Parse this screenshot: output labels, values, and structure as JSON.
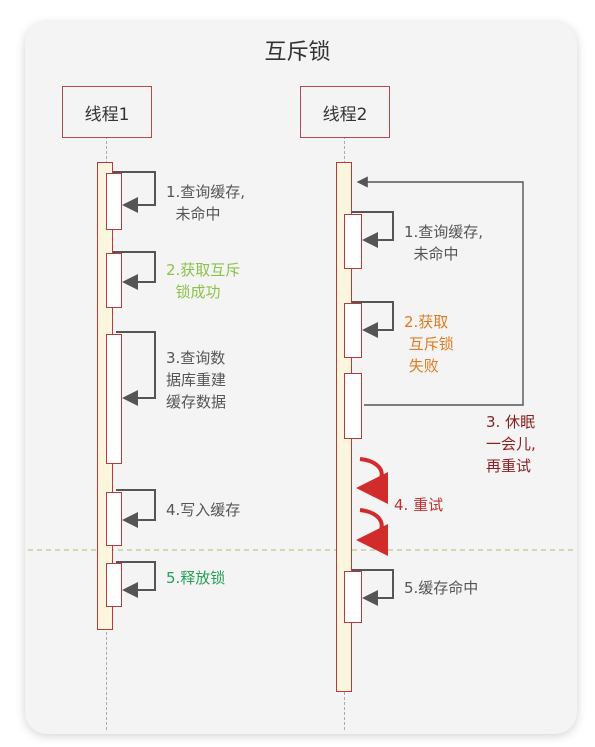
{
  "title": "互斥锁",
  "thread1": {
    "label": "线程1"
  },
  "thread2": {
    "label": "线程2"
  },
  "thread1_steps": [
    {
      "text": "1.查询缓存,\n  未命中",
      "color": "#555555"
    },
    {
      "text": "2.获取互斥\n  锁成功",
      "color": "#8cc24a"
    },
    {
      "text": "3.查询数\n据库重建\n缓存数据",
      "color": "#555555"
    },
    {
      "text": "4.写入缓存",
      "color": "#555555"
    },
    {
      "text": "5.释放锁",
      "color": "#25a05a"
    }
  ],
  "thread2_steps": [
    {
      "text": "1.查询缓存,\n  未命中",
      "color": "#555555"
    },
    {
      "text": "2.获取\n 互斥锁\n 失败",
      "color": "#e07b20"
    },
    {
      "text": "3. 休眠\n一会儿,\n再重试",
      "color": "#8b1f1f"
    },
    {
      "text": "4. 重试",
      "color": "#c23030"
    },
    {
      "text": "5.缓存命中",
      "color": "#555555"
    }
  ]
}
